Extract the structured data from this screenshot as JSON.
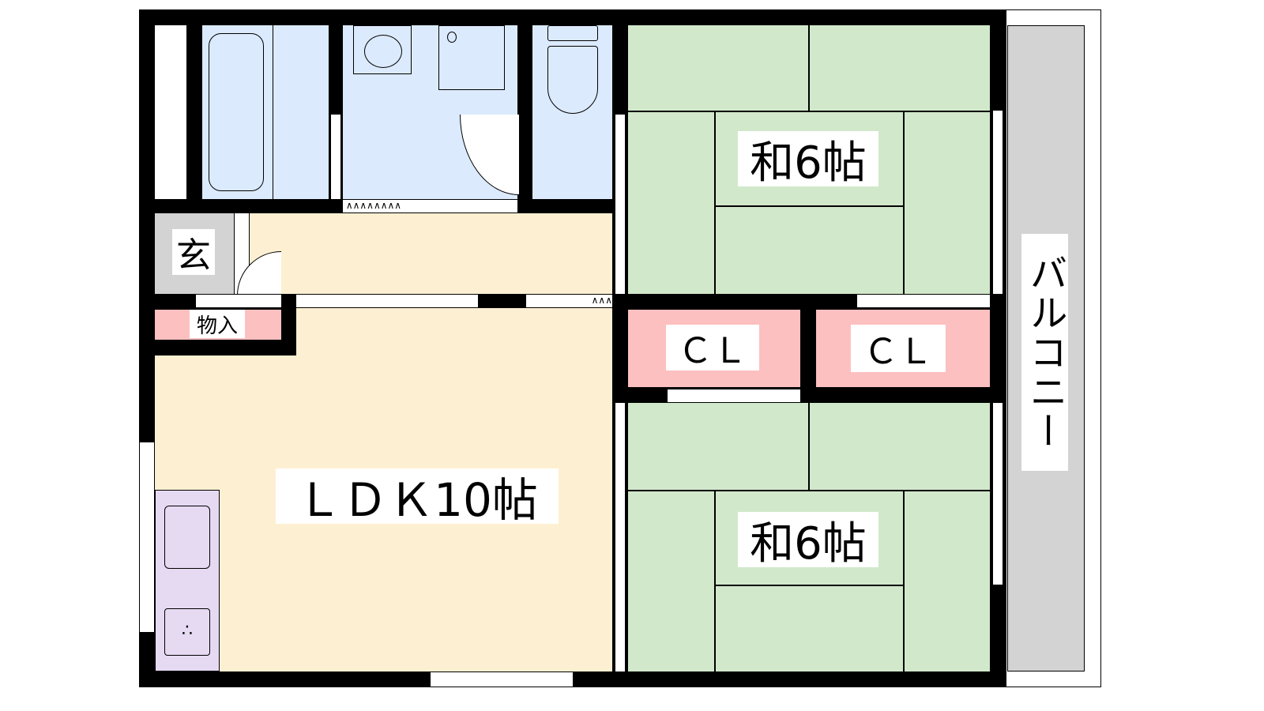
{
  "rooms": {
    "japanese_room_upper": "和6帖",
    "japanese_room_lower": "和6帖",
    "closet_left": "ＣＬ",
    "closet_right": "ＣＬ",
    "ldk": "ＬＤＫ10帖",
    "entrance": "玄",
    "storage": "物入",
    "balcony": "バルコニー"
  },
  "colors": {
    "wet_area": "#dbeafd",
    "ldk": "#fdf0d2",
    "tatami": "#d2e8cb",
    "closet": "#fdc0c0",
    "entrance": "#d3d3d3",
    "kitchen": "#e6daf3"
  }
}
